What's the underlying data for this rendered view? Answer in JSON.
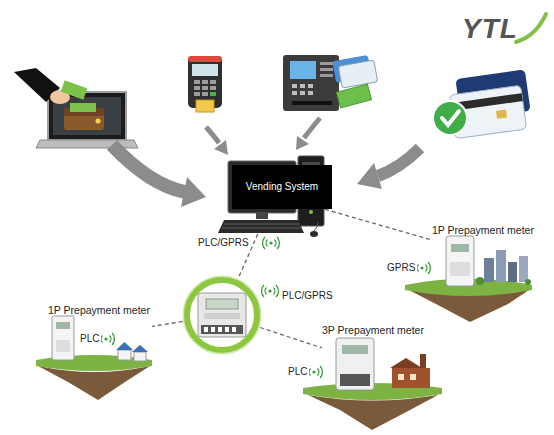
{
  "diagram": {
    "nodes": [
      {
        "text": [
          "Vending System"
        ]
      },
      {
        "text": [
          "PLC/GPRS"
        ]
      },
      {
        "text": [
          "1P Prepayment meter"
        ]
      },
      {
        "text": [
          "1P Prepayment meter"
        ]
      },
      {
        "text": [
          "3P Prepayment meter"
        ]
      }
    ],
    "edges": [
      {
        "from": 0,
        "to": 1,
        "arrow": "none",
        "label": "PLC/GPRS"
      },
      {
        "from": 0,
        "to": 2,
        "arrow": "none",
        "label": "GPRS"
      },
      {
        "from": 1,
        "to": 3,
        "arrow": "none",
        "label": "PLC"
      },
      {
        "from": 1,
        "to": 4,
        "arrow": "none",
        "label": "PLC"
      }
    ],
    "labels": [
      "YTL"
    ]
  }
}
